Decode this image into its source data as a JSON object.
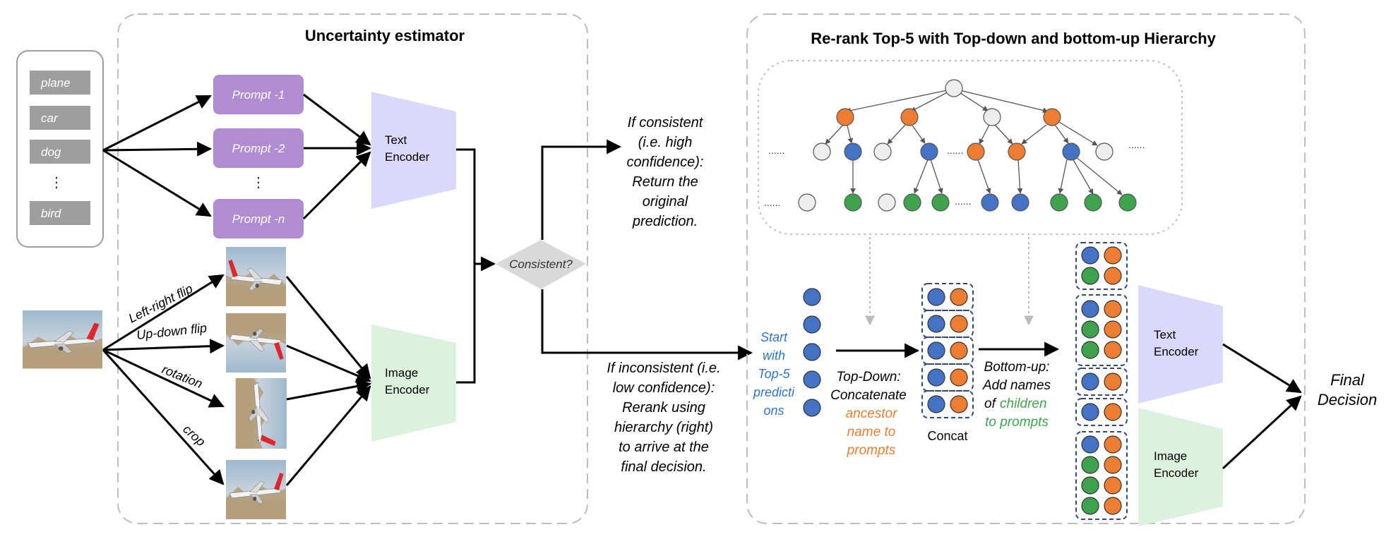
{
  "uncertainty": {
    "title": "Uncertainty estimator",
    "classes": [
      "plane",
      "car",
      "dog",
      "bird"
    ],
    "class_ellipsis": "⋮",
    "prompts": [
      "Prompt -1",
      "Prompt -2",
      "Prompt -n"
    ],
    "prompt_ellipsis": "⋮",
    "text_encoder": [
      "Text",
      "Encoder"
    ],
    "image_encoder": [
      "Image",
      "Encoder"
    ],
    "augmentations": [
      "Left-right flip",
      "Up-down flip",
      "rotation",
      "crop"
    ],
    "aug_ellipsis": "."
  },
  "decision": {
    "label": "Consistent?",
    "consistent_note": [
      "If consistent",
      "(i.e. high",
      "confidence):",
      "Return the",
      "original",
      "prediction."
    ],
    "inconsistent_note": [
      "If inconsistent (i.e.",
      "low confidence):",
      "Rerank using",
      "hierarchy (right)",
      "to arrive at the",
      "final decision."
    ]
  },
  "rerank": {
    "title": "Re-rank Top-5 with Top-down and bottom-up Hierarchy",
    "tree_ellipsis": "......",
    "start": [
      "Start",
      "with",
      "Top-5",
      "predicti",
      "ons"
    ],
    "topdown": {
      "line1": "Top-Down:",
      "line2": "Concatenate",
      "hl": [
        "ancestor",
        "name to",
        "prompts"
      ]
    },
    "concat_label": "Concat",
    "bottomup": {
      "line1": "Bottom-up:",
      "line2": "Add names",
      "of_word": "of",
      "hl1": "children",
      "hl2": "to prompts"
    },
    "text_encoder": [
      "Text",
      "Encoder"
    ],
    "image_encoder": [
      "Image",
      "Encoder"
    ],
    "final": [
      "Final",
      "Decision"
    ]
  },
  "colors": {
    "blue": "#4472C4",
    "orange": "#ED7D31",
    "green": "#3FA34D",
    "gray_node": "#EEEEEE",
    "purple_prompt": "#B28CD2",
    "text_encoder_fill": "#DCD8FB",
    "image_encoder_fill": "#DCF2DE",
    "class_box": "#9E9E9E",
    "decision_fill": "#D9D9D9",
    "highlight_blue": "#2E75C8",
    "highlight_orange": "#ED7D31",
    "highlight_green": "#3FA34D"
  }
}
